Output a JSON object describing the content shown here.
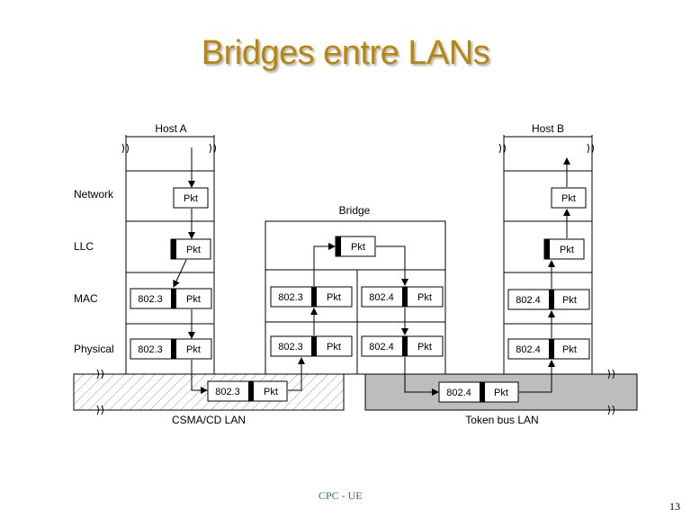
{
  "slide": {
    "title": "Bridges entre LANs",
    "footer": "CPC - UE",
    "page_number": "13"
  },
  "diagram": {
    "hosts": {
      "a": "Host A",
      "b": "Host B",
      "bridge": "Bridge"
    },
    "layers": [
      "Network",
      "LLC",
      "MAC",
      "Physical"
    ],
    "lans": {
      "left": "CSMA/CD LAN",
      "right": "Token bus LAN"
    },
    "frames": {
      "pkt": "Pkt",
      "ieee8023": "802.3",
      "ieee8024": "802.4"
    }
  }
}
